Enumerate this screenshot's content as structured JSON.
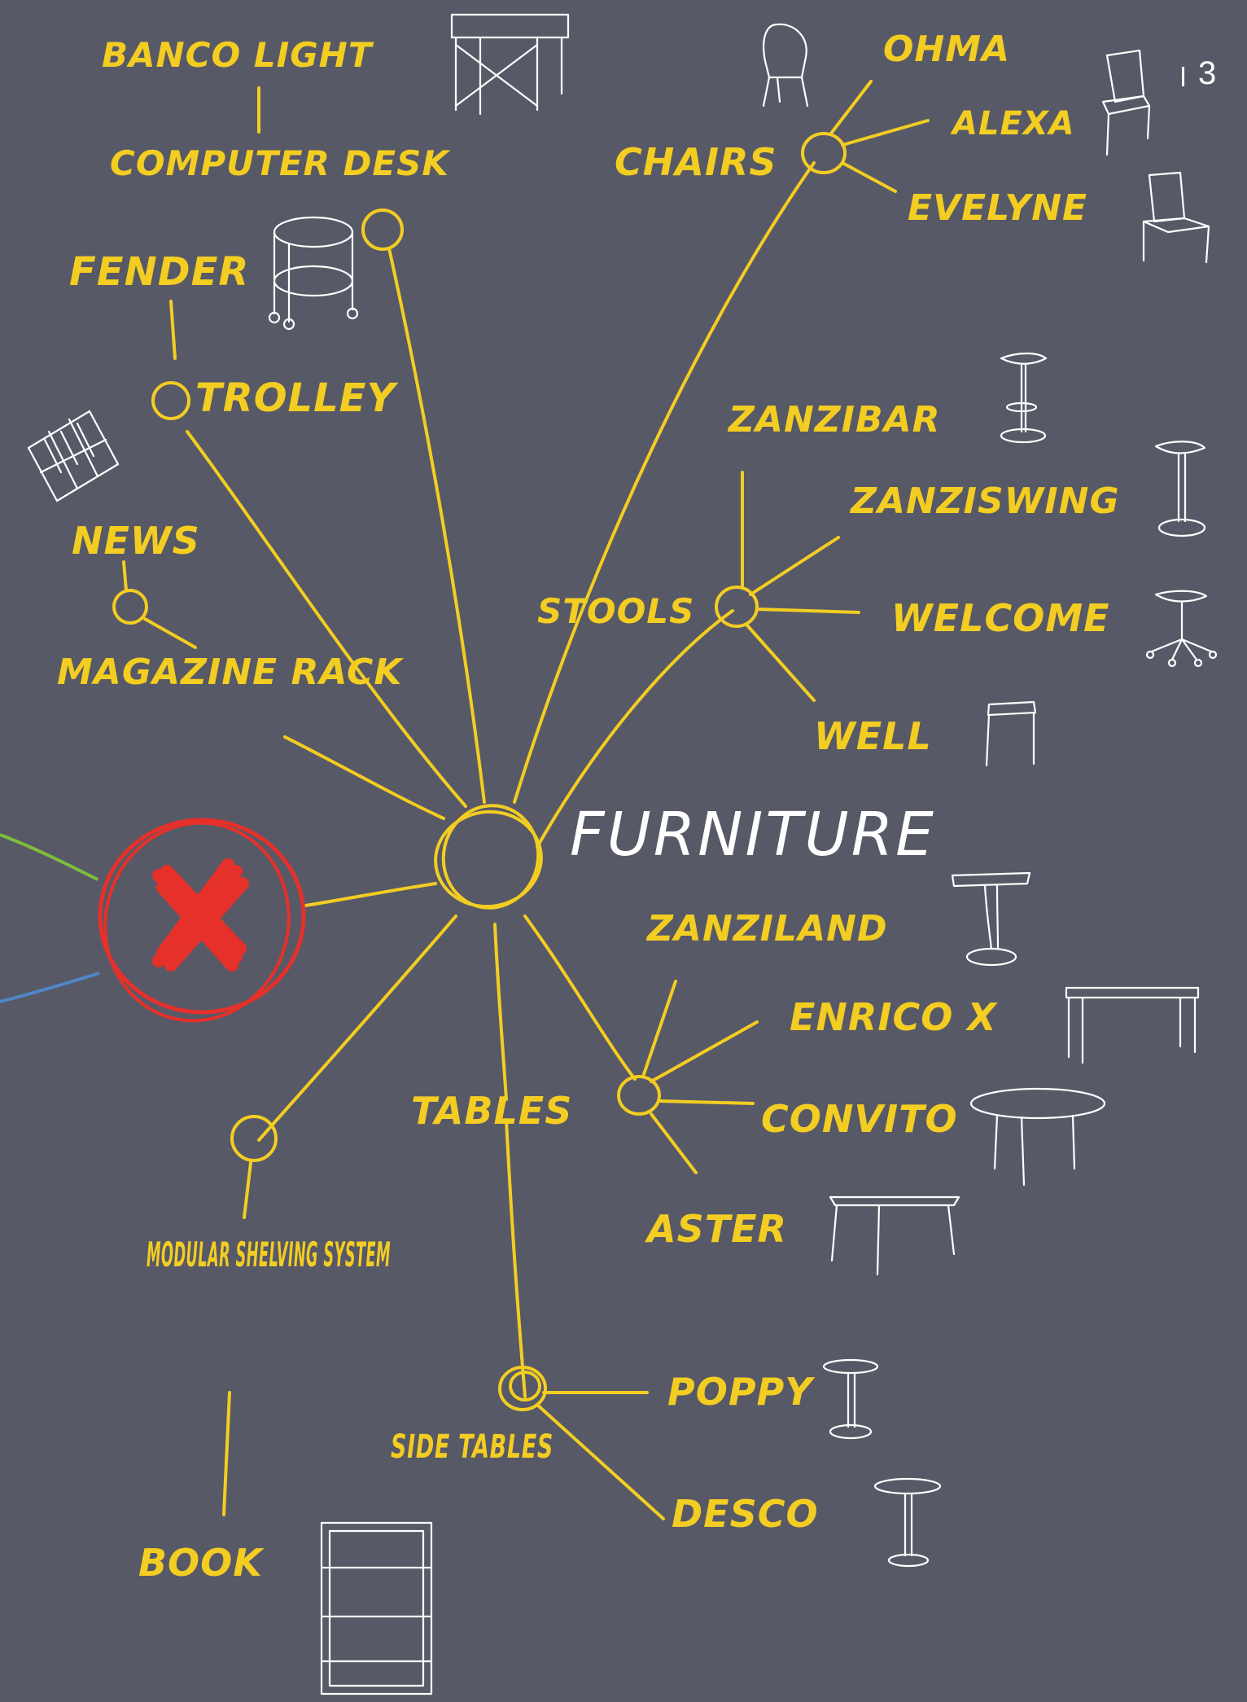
{
  "page_number": "3",
  "colors": {
    "background": "#575966",
    "sketch": "#f3cd22",
    "center_label": "#ffffff",
    "cross": "#e6302a",
    "green_line": "#7fbe3a",
    "blue_line": "#4f86c6"
  },
  "center": {
    "label": "FURNITURE"
  },
  "labels": {
    "banco_light": "BANCO LIGHT",
    "computer_desk": "COMPUTER DESK",
    "fender": "FENDER",
    "trolley": "TROLLEY",
    "news": "NEWS",
    "magazine_rack": "MAGAZINE RACK",
    "modular_shelving": "MODULAR SHELVING SYSTEM",
    "book": "BOOK",
    "chairs": "CHAIRS",
    "ohma": "OHMA",
    "alexa": "ALEXA",
    "evelyne": "EVELYNE",
    "stools": "STOOLS",
    "zanzibar": "ZANZIBAR",
    "zanziswing": "ZANZISWING",
    "welcome": "WELCOME",
    "well": "WELL",
    "zanziland": "ZANZILAND",
    "enrico_x": "ENRICO X",
    "tables": "TABLES",
    "convito": "CONVITO",
    "aster": "ASTER",
    "side_tables": "SIDE TABLES",
    "poppy": "POPPY",
    "desco": "DESCO"
  },
  "icons": [
    "desk-icon",
    "trolley-icon",
    "magazine-rack-icon",
    "chair-icon",
    "bar-stool-icon",
    "office-stool-icon",
    "table-icon",
    "round-table-icon",
    "side-table-icon",
    "bookshelf-icon"
  ]
}
